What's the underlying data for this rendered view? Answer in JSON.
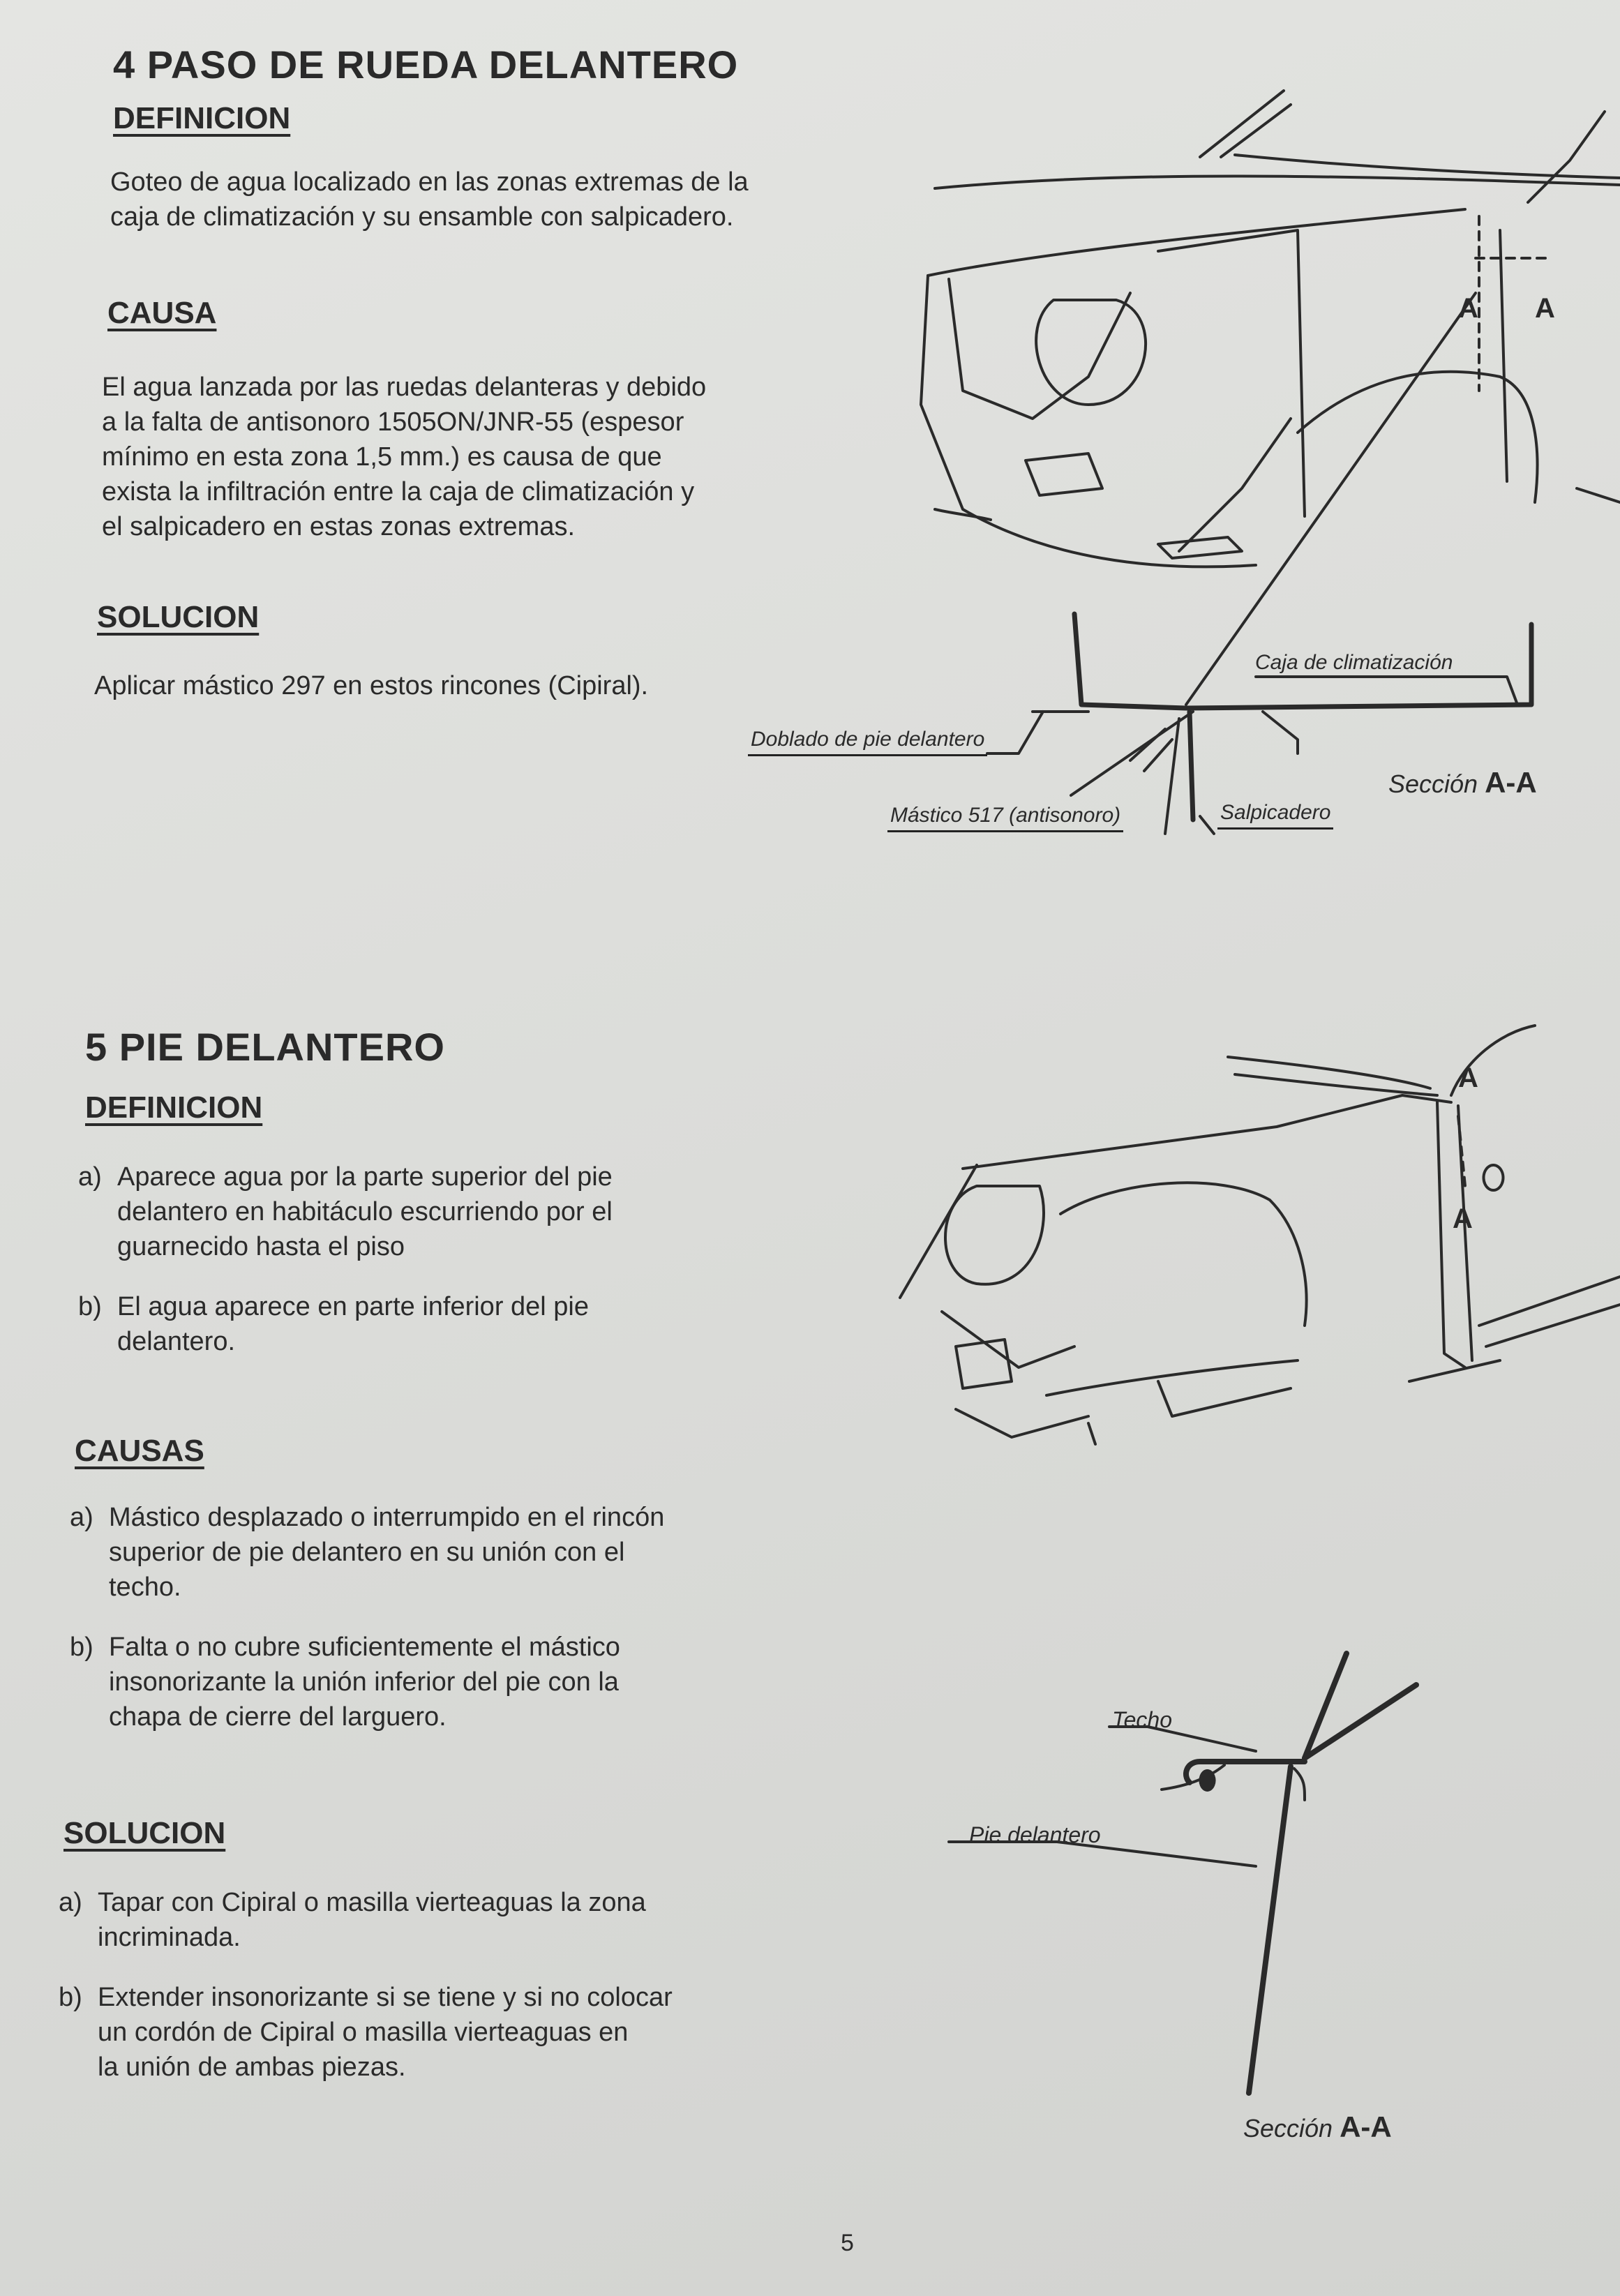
{
  "section4": {
    "title": "4  PASO DE RUEDA DELANTERO",
    "definicion_heading": "DEFINICION",
    "definicion_lines": [
      "Goteo de agua localizado en las zonas extremas de la",
      "caja de climatización y su ensamble con salpicadero."
    ],
    "causa_heading": "CAUSA",
    "causa_lines": [
      "El agua lanzada por las ruedas delanteras y debido",
      "a la falta de antisonoro 1505ON/JNR-55 (espesor",
      "mínimo en esta zona 1,5 mm.) es causa de que",
      "exista la infiltración entre la caja de climatización y",
      "el salpicadero en estas zonas extremas."
    ],
    "solucion_heading": "SOLUCION",
    "solucion_text": "Aplicar mástico 297 en estos rincones (Cipiral).",
    "figure": {
      "marker": "A",
      "labels": {
        "caja": "Caja de climatización",
        "doblado": "Doblado de pie delantero",
        "mastico": "Mástico 517 (antisonoro)",
        "salpicadero": "Salpicadero"
      },
      "section_word": "Sección",
      "section_id": "A-A"
    }
  },
  "section5": {
    "title": "5  PIE DELANTERO",
    "definicion_heading": "DEFINICION",
    "definicion_items": [
      {
        "marker": "a)",
        "lines": [
          "Aparece agua por la parte superior del pie",
          "delantero en habitáculo escurriendo por el",
          "guarnecido hasta el piso"
        ]
      },
      {
        "marker": "b)",
        "lines": [
          "El agua aparece en parte inferior del pie",
          "delantero."
        ]
      }
    ],
    "causas_heading": "CAUSAS",
    "causas_items": [
      {
        "marker": "a)",
        "lines": [
          "Mástico desplazado o interrumpido en el rincón",
          "superior de pie delantero en su unión con el",
          "techo."
        ]
      },
      {
        "marker": "b)",
        "lines": [
          "Falta o no cubre suficientemente el mástico",
          "insonorizante la unión inferior del pie con la",
          "chapa de cierre del larguero."
        ]
      }
    ],
    "solucion_heading": "SOLUCION",
    "solucion_items": [
      {
        "marker": "a)",
        "lines": [
          "Tapar con Cipiral o masilla vierteaguas la zona",
          "incriminada."
        ]
      },
      {
        "marker": "b)",
        "lines": [
          "Extender insonorizante si se tiene y si no colocar",
          "un cordón de Cipiral o masilla vierteaguas en",
          "la unión de ambas piezas."
        ]
      }
    ],
    "figure": {
      "marker": "A",
      "labels": {
        "techo": "Techo",
        "pie": "Pie delantero"
      },
      "section_word": "Sección",
      "section_id": "A-A"
    }
  },
  "page_number": "5"
}
